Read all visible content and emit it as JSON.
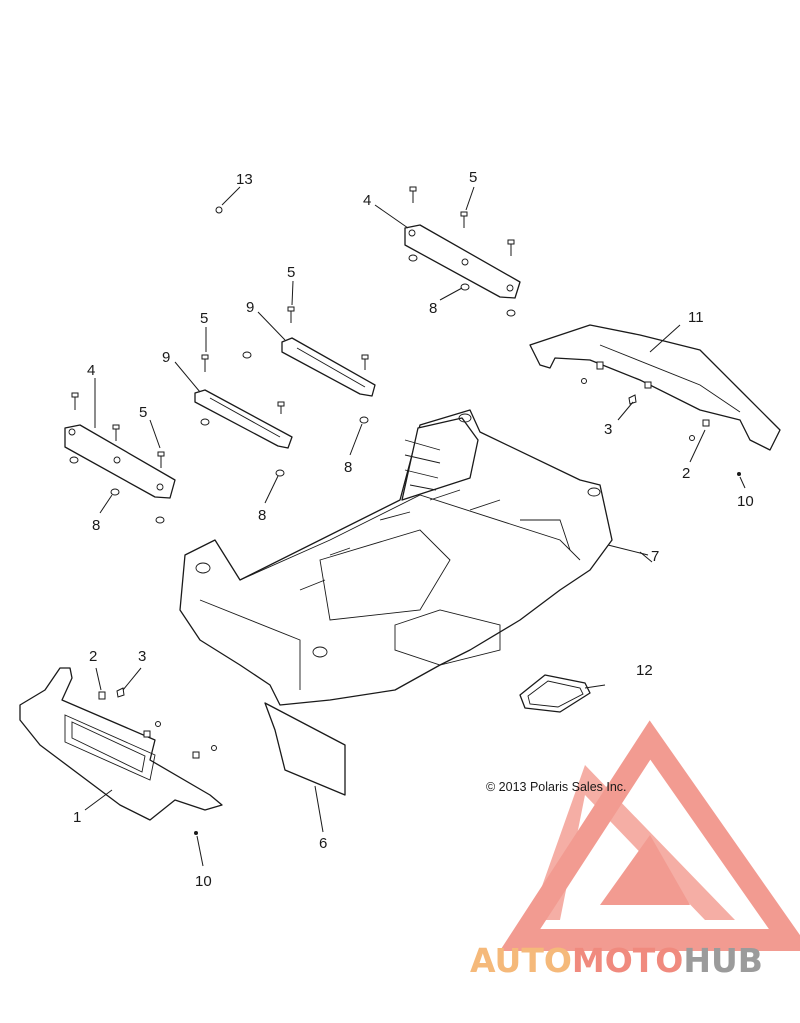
{
  "callouts": {
    "c1": "1",
    "c2a": "2",
    "c2b": "2",
    "c3a": "3",
    "c3b": "3",
    "c4a": "4",
    "c4b": "4",
    "c5a": "5",
    "c5b": "5",
    "c5c": "5",
    "c5d": "5",
    "c6": "6",
    "c7": "7",
    "c8a": "8",
    "c8b": "8",
    "c8c": "8",
    "c8d": "8",
    "c9a": "9",
    "c9b": "9",
    "c10a": "10",
    "c10b": "10",
    "c11": "11",
    "c12": "12",
    "c13": "13"
  },
  "copyright": "© 2013 Polaris Sales Inc.",
  "watermark": {
    "part1": "AUTO",
    "part2": "MOTO",
    "part3": "HUB",
    "color_red": "#f08a7e",
    "color_orange": "#f5b97a",
    "color_gray": "#9b9b9b"
  }
}
